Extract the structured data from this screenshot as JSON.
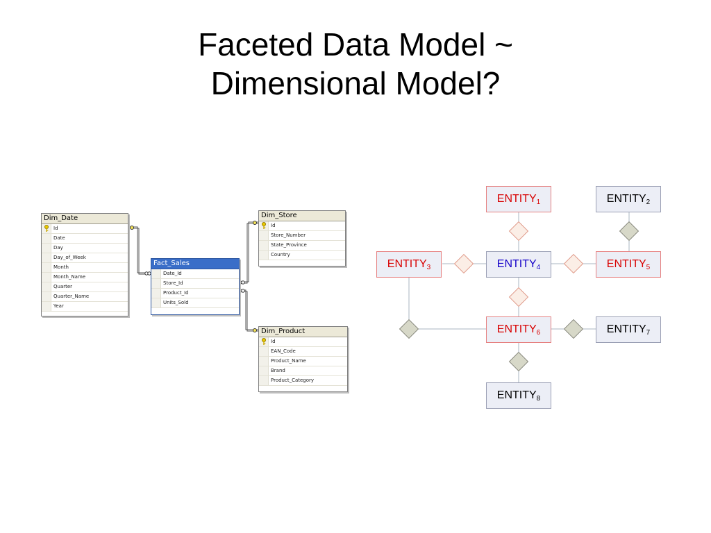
{
  "slide": {
    "title_line1": "Faceted Data Model ~",
    "title_line2": "Dimensional Model?"
  },
  "sql_diagram": {
    "dim_date": {
      "name": "Dim_Date",
      "columns": [
        "Id",
        "Date",
        "Day",
        "Day_of_Week",
        "Month",
        "Month_Name",
        "Quarter",
        "Quarter_Name",
        "Year"
      ]
    },
    "fact_sales": {
      "name": "Fact_Sales",
      "columns": [
        "Date_Id",
        "Store_Id",
        "Product_Id",
        "Units_Sold"
      ]
    },
    "dim_store": {
      "name": "Dim_Store",
      "columns": [
        "Id",
        "Store_Number",
        "State_Province",
        "Country"
      ]
    },
    "dim_product": {
      "name": "Dim_Product",
      "columns": [
        "Id",
        "EAN_Code",
        "Product_Name",
        "Brand",
        "Product_Category"
      ]
    },
    "key_icon": "primary-key-icon"
  },
  "faceted_model": {
    "entities": [
      {
        "label": "ENTITY",
        "sub": "1",
        "style": "red"
      },
      {
        "label": "ENTITY",
        "sub": "2",
        "style": "black"
      },
      {
        "label": "ENTITY",
        "sub": "3",
        "style": "red"
      },
      {
        "label": "ENTITY",
        "sub": "4",
        "style": "blue"
      },
      {
        "label": "ENTITY",
        "sub": "5",
        "style": "red"
      },
      {
        "label": "ENTITY",
        "sub": "6",
        "style": "red"
      },
      {
        "label": "ENTITY",
        "sub": "7",
        "style": "black"
      },
      {
        "label": "ENTITY",
        "sub": "8",
        "style": "black"
      }
    ],
    "colors": {
      "red_text": "#d80000",
      "blue_text": "#1400c8",
      "entity_fill": "#eceef6",
      "relationship_gray": "#d7d8c8",
      "relationship_pink": "#fbeee6"
    }
  }
}
